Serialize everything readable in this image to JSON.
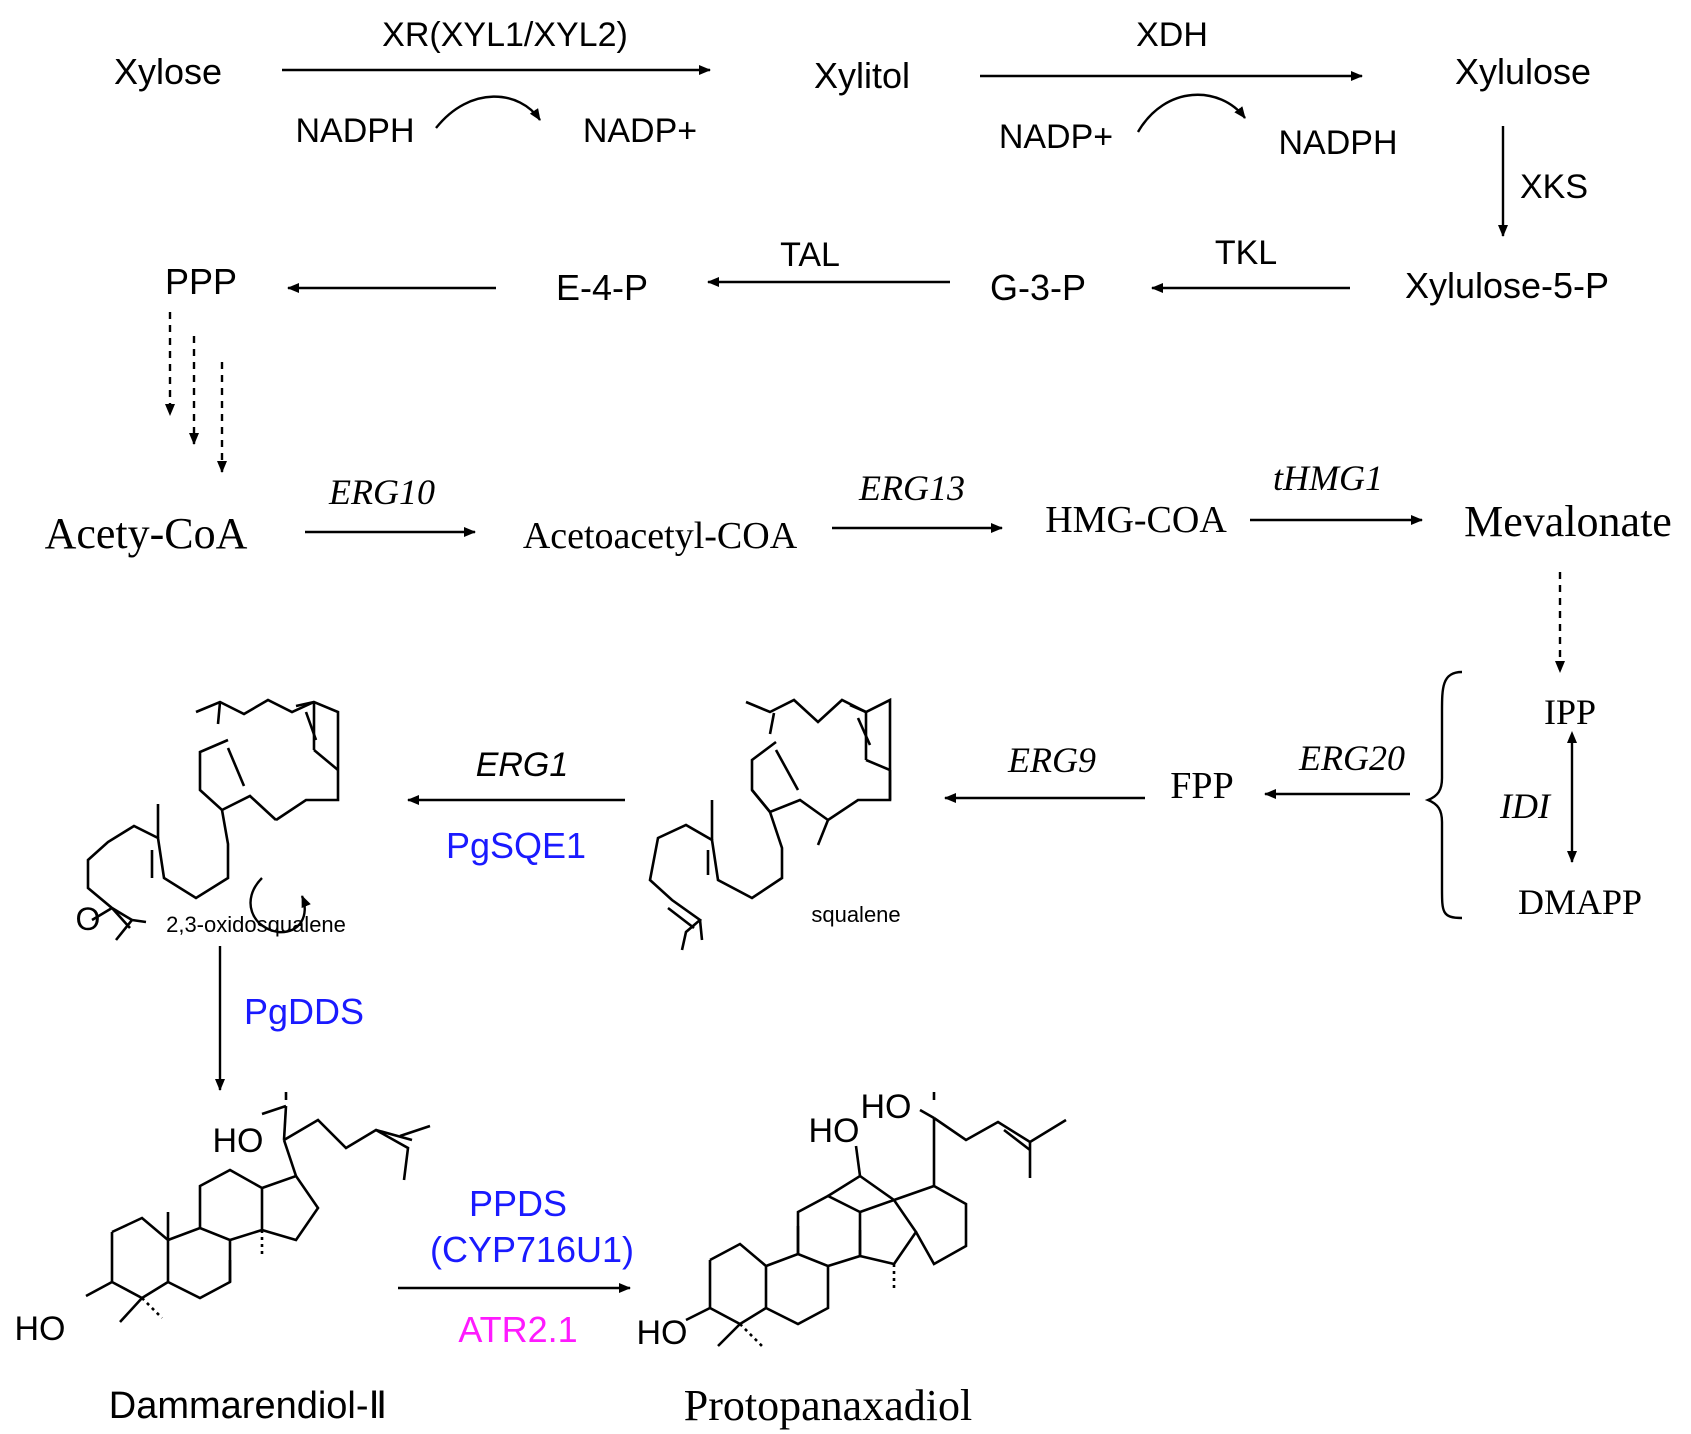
{
  "nodes": {
    "xylose": "Xylose",
    "xylitol": "Xylitol",
    "xylulose": "Xylulose",
    "xylulose5p": "Xylulose-5-P",
    "g3p": "G-3-P",
    "e4p": "E-4-P",
    "ppp": "PPP",
    "acetyl_coa": "Acety-CoA",
    "acetoacetyl_coa": "Acetoacetyl-COA",
    "hmg_coa": "HMG-COA",
    "mevalonate": "Mevalonate",
    "ipp": "IPP",
    "dmapp": "DMAPP",
    "fpp": "FPP",
    "squalene": "squalene",
    "oxidosqualene": "2,3-oxidosqualene",
    "dammarendiol": "Dammarendiol-Ⅱ",
    "protopanaxadiol": "Protopanaxadiol"
  },
  "enzymes": {
    "xr": "XR(XYL1/XYL2)",
    "xdh": "XDH",
    "xks": "XKS",
    "tkl": "TKL",
    "tal": "TAL",
    "erg10": "ERG10",
    "erg13": "ERG13",
    "thmg1": "tHMG1",
    "idi": "IDI",
    "erg20": "ERG20",
    "erg9": "ERG9",
    "erg1": "ERG1",
    "pgsqe1": "PgSQE1",
    "pgdds": "PgDDS",
    "ppds": "PPDS",
    "cyp716u1": "(CYP716U1)",
    "atr21": "ATR2.1"
  },
  "cofactors": {
    "nadph_1": "NADPH",
    "nadp_1": "NADP+",
    "nadp_2": "NADP+",
    "nadph_2": "NADPH"
  },
  "atoms": {
    "oxygen": "O",
    "ho": "HO"
  },
  "colors": {
    "pathway_enzyme": "#1a1aff",
    "reductase": "#ff1aff",
    "text": "#000000"
  }
}
